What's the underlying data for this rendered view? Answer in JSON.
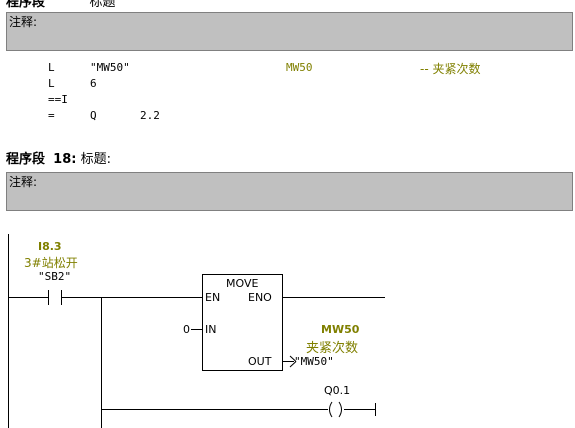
{
  "network17": {
    "title_partial": "程序段",
    "title_suffix": "标题",
    "comment_label": "注释:",
    "stl": [
      {
        "op": "L",
        "operand": "\"MW50\"",
        "address": "MW50",
        "comment": "-- 夹紧次数"
      },
      {
        "op": "L",
        "operand": "6"
      },
      {
        "op": "==I",
        "operand": ""
      },
      {
        "op": "=",
        "operand": "Q",
        "bit": "2.2"
      }
    ]
  },
  "network18": {
    "title_label": "程序段",
    "number": "18",
    "title_sep": ":",
    "title_text": "标题:",
    "comment_label": "注释:"
  },
  "ladder": {
    "contact": {
      "address": "I8.3",
      "comment": "3#站松开",
      "symbol": "\"SB2\""
    },
    "move_block": {
      "name": "MOVE",
      "en": "EN",
      "eno": "ENO",
      "in": "IN",
      "out": "OUT",
      "in_value": "0"
    },
    "out_operand": {
      "address": "MW50",
      "comment": "夹紧次数",
      "symbol": "\"MW50\""
    },
    "coil": {
      "address": "Q0.1"
    }
  },
  "colors": {
    "address": "#808000",
    "comment_bg": "#c0c0c0"
  }
}
